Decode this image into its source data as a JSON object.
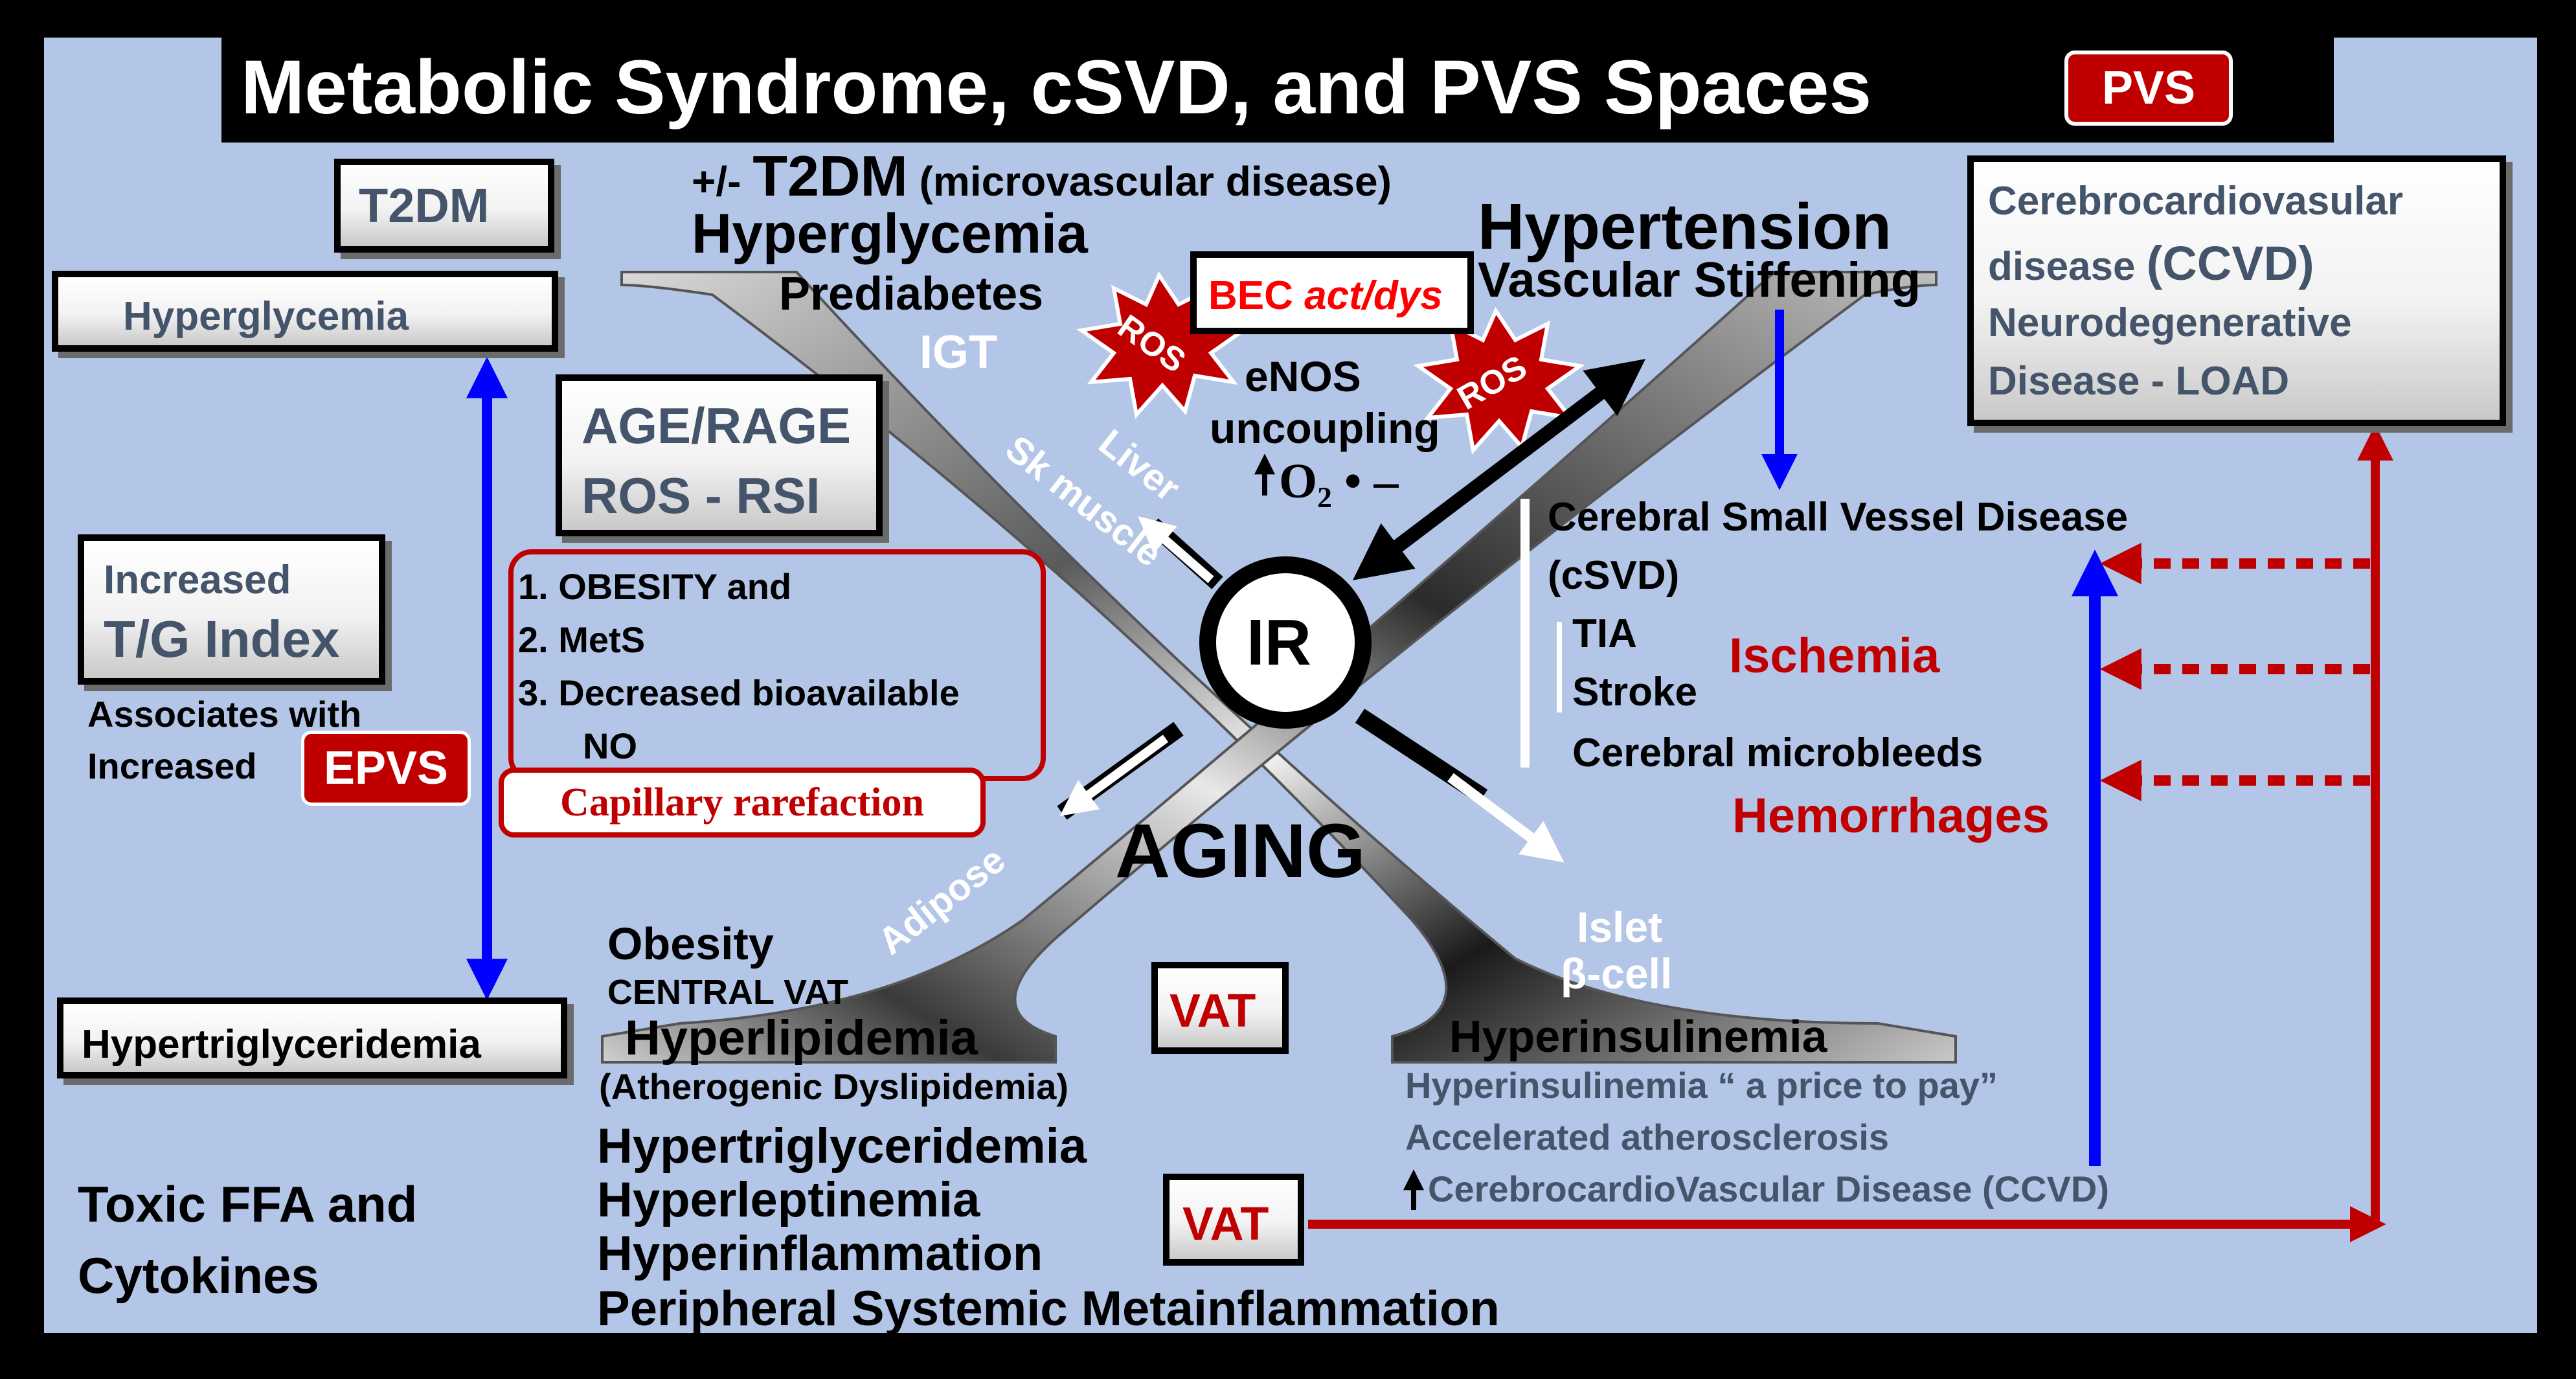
{
  "title": {
    "text": "Metabolic Syndrome, cSVD, and PVS Spaces",
    "badge": "PVS"
  },
  "left": {
    "t2dm": "T2DM",
    "hyperglycemia": "Hyperglycemia",
    "age_rage": "AGE/RAGE",
    "ros_rsi": "ROS - RSI",
    "increased": "Increased",
    "tg_index": "T/G Index",
    "associates_with": "Associates with",
    "increased_lower": "Increased",
    "epvs": "EPVS",
    "hypertriglyceridemia": "Hypertriglyceridemia",
    "toxic_line1": "Toxic FFA and",
    "toxic_line2": "Cytokines"
  },
  "list": {
    "item1": "1.   OBESITY and",
    "item2": "2.   MetS",
    "item3": "3.   Decreased bioavailable",
    "item3_cont": "NO",
    "capillary": "Capillary rarefaction"
  },
  "top": {
    "t2dm_prefix": "+/- ",
    "t2dm_main": "T2DM",
    "t2dm_suffix": " (microvascular disease)",
    "hyperglycemia": "Hyperglycemia",
    "prediabetes": "Prediabetes",
    "igt": "IGT",
    "bec_prefix": "BEC ",
    "bec_italic": "act/dys",
    "ros": "ROS",
    "enos": "eNOS",
    "uncoupling": "uncoupling",
    "o2": "O₂ • –",
    "hypertension": "Hypertension",
    "vascular_stiffening": "Vascular Stiffening"
  },
  "x": {
    "liver": "Liver",
    "sk_muscle": "Sk muscle",
    "ir": "IR",
    "aging": "AGING",
    "adipose": "Adipose",
    "islet": "Islet",
    "beta_cell": "β-cell"
  },
  "bottom": {
    "obesity": "Obesity",
    "central_vat": "CENTRAL VAT",
    "hyperlipidemia": "Hyperlipidemia",
    "atherogenic": "(Atherogenic Dyslipidemia)",
    "hypertriglyceridemia": "Hypertriglyceridemia",
    "hyperleptinemia": "Hyperleptinemia",
    "hyperinflammation": "Hyperinflammation",
    "peripheral": "Peripheral Systemic Metainflammation",
    "vat": "VAT"
  },
  "right": {
    "hyperinsulinemia": "Hyperinsulinemia",
    "price_to_pay": "Hyperinsulinemia “ a price to pay”",
    "accelerated": "Accelerated atherosclerosis",
    "ccvd_increase": "CerebrocardioVascular Disease (CCVD)",
    "box_line1": "Cerebrocardiovasular",
    "box_line2a": "disease ",
    "box_line2b": "(CCVD)",
    "box_line3": "Neurodegenerative",
    "box_line4": "Disease - LOAD",
    "csvd_title": "Cerebral Small Vessel Disease",
    "csvd_abbrev": "(cSVD)",
    "tia": "TIA",
    "stroke": "Stroke",
    "ischemia": "Ischemia",
    "microbleeds": "Cerebral microbleeds",
    "hemorrhages": "Hemorrhages"
  },
  "colors": {
    "background": "#b4c6e7",
    "accent_red": "#c00000",
    "accent_blue": "#0000ff",
    "box_text": "#44546a"
  }
}
